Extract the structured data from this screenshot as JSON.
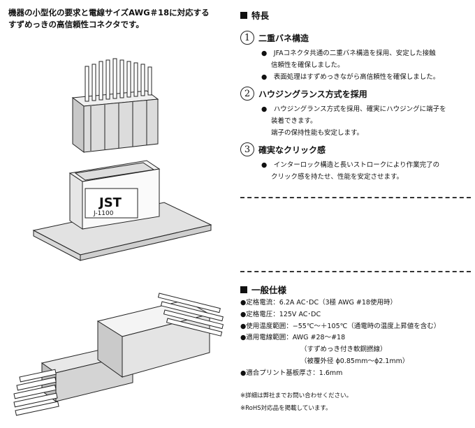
{
  "intro": {
    "line1": "機器の小型化の要求と電線サイズAWG＃18に対応する",
    "line2": "すずめっきの高信頼性コネクタです。"
  },
  "features_heading": "特長",
  "features": [
    {
      "num": "1",
      "title": "二重バネ構造",
      "lines": [
        "●　JFAコネクタ共通の二重バネ構造を採用、安定した接触",
        "信頼性を確保しました。",
        "●　表面処理はすずめっきながら高信頼性を確保しました。"
      ]
    },
    {
      "num": "2",
      "title": "ハウジングランス方式を採用",
      "lines": [
        "●　ハウジングランス方式を採用、確実にハウジングに端子を",
        "装着できます。",
        "端子の保持性能も安定します。"
      ]
    },
    {
      "num": "3",
      "title": "確実なクリック感",
      "lines": [
        "●　インターロック構造と長いストロークにより作業完了の",
        "クリック感を持たせ、性能を安定させます。"
      ]
    }
  ],
  "spec_heading": "一般仕様",
  "specs": [
    "●定格電流：6.2A AC･DC（3極 AWG #18使用時）",
    "●定格電圧：125V AC･DC",
    "●使用温度範囲：−55℃〜＋105℃（通電時の温度上昇値を含む）",
    "●適用電線範囲：AWG #28〜#18",
    "（すずめっき付き軟銅撚線）",
    "（被覆外径 ϕ0.85mm〜ϕ2.1mm）",
    "●適合プリント基板厚さ：1.6mm"
  ],
  "notes": [
    "※詳細は弊社までお問い合わせください。",
    "※RoHS対応品を掲載しています。"
  ],
  "illustration": {
    "brand": "JST",
    "model": "J-1100"
  }
}
